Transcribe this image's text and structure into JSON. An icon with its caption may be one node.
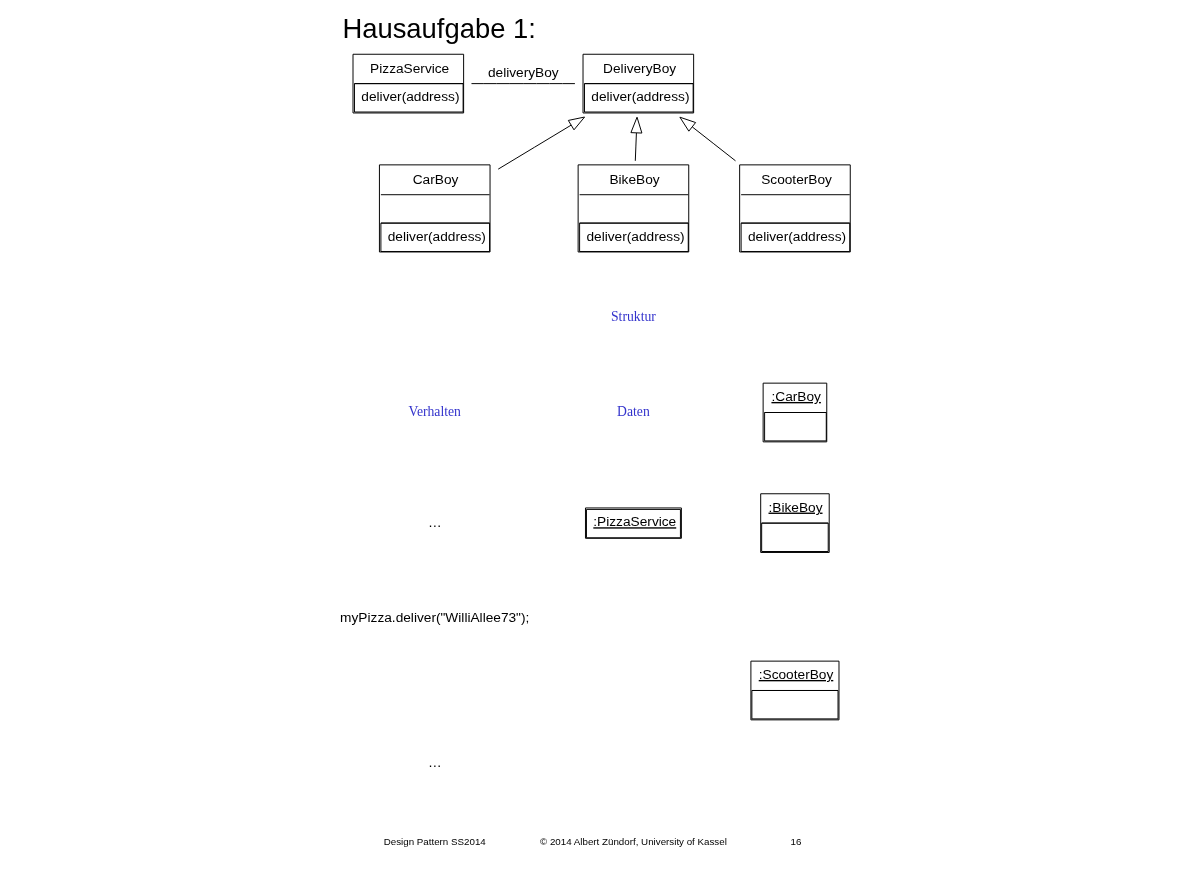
{
  "diagram": {
    "title": "Hausaufgabe 1:",
    "nodes": [
      {
        "text": [
          "PizzaService",
          "deliver(address)"
        ]
      },
      {
        "text": [
          "DeliveryBoy",
          "deliver(address)"
        ]
      },
      {
        "text": [
          "CarBoy",
          "deliver(address)"
        ]
      },
      {
        "text": [
          "BikeBoy",
          "deliver(address)"
        ]
      },
      {
        "text": [
          "ScooterBoy",
          "deliver(address)"
        ]
      },
      {
        "text": [
          ":PizzaService"
        ]
      },
      {
        "text": [
          ":CarBoy"
        ]
      },
      {
        "text": [
          ":BikeBoy"
        ]
      },
      {
        "text": [
          ":ScooterBoy"
        ]
      }
    ],
    "edges": [
      {
        "from": 0,
        "to": 1,
        "arrow": "none",
        "label": "deliveryBoy"
      },
      {
        "from": 2,
        "to": 1,
        "arrow": "to"
      },
      {
        "from": 3,
        "to": 1,
        "arrow": "to"
      },
      {
        "from": 4,
        "to": 1,
        "arrow": "to"
      }
    ],
    "labels": [
      "Struktur",
      "Verhalten",
      "Daten",
      "…",
      "myPizza.deliver(\"WilliAllee73\");",
      "…",
      "Design Pattern SS2014",
      "© 2014 Albert Zündorf, University of Kassel",
      "16"
    ]
  }
}
